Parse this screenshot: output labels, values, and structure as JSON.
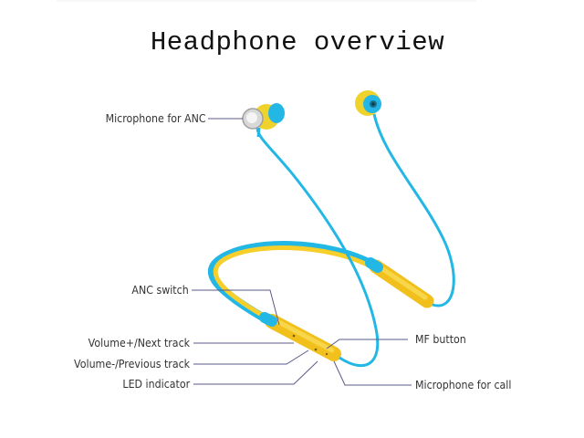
{
  "title": "Headphone overview",
  "colors": {
    "cable": "#23b7e5",
    "body": "#f7cf2b",
    "callout_line": "#5a5a8a",
    "text": "#333333"
  },
  "callouts": {
    "left": [
      {
        "label": "Microphone for ANC"
      },
      {
        "label": "ANC switch"
      },
      {
        "label": "Volume+/Next track"
      },
      {
        "label": "Volume-/Previous track"
      },
      {
        "label": "LED indicator"
      }
    ],
    "right": [
      {
        "label": "MF button"
      },
      {
        "label": "Microphone for call"
      }
    ]
  }
}
